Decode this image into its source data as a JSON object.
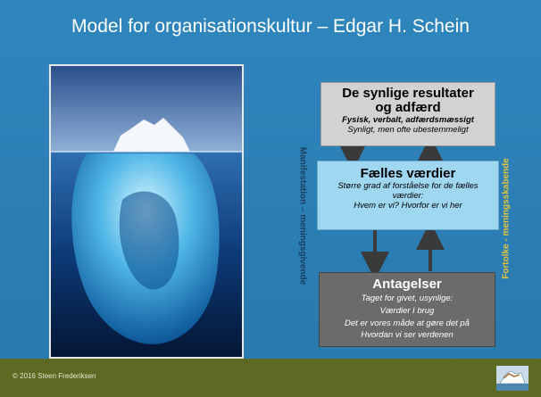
{
  "title": "Model for organisationskultur – Edgar H. Schein",
  "boxes": {
    "top": {
      "title_line1": "De synlige resultater",
      "title_line2": "og adfærd",
      "sub_bold": "Fysisk, verbalt, adfærdsmæssigt",
      "sub": "Synligt, men ofte ubestemmeligt"
    },
    "middle": {
      "title": "Fælles værdier",
      "line1": "Større grad af forståelse for de fælles",
      "line2": "værdier:",
      "line3": "Hvem er vi? Hvorfor er vi her"
    },
    "bottom": {
      "title": "Antagelser",
      "line1": "Taget for givet, usynlige:",
      "line2": "Værdier I brug",
      "line3": "Det er vores måde at gøre det på",
      "line4": "Hvordan vi ser verdenen"
    }
  },
  "side_labels": {
    "left": "Manifestation – meningsgivende",
    "right": "Fortolke - meningsskabende"
  },
  "footer": {
    "copyright": "© 2016 Steen Frederiksen"
  },
  "colors": {
    "background": "#2f86bd",
    "footer": "#5c6a23",
    "box_top": "#d2d2d2",
    "box_middle": "#9fd6f0",
    "box_bottom": "#6b6b6b",
    "arrow": "#3a3a3a",
    "right_label": "#e5c33a"
  }
}
